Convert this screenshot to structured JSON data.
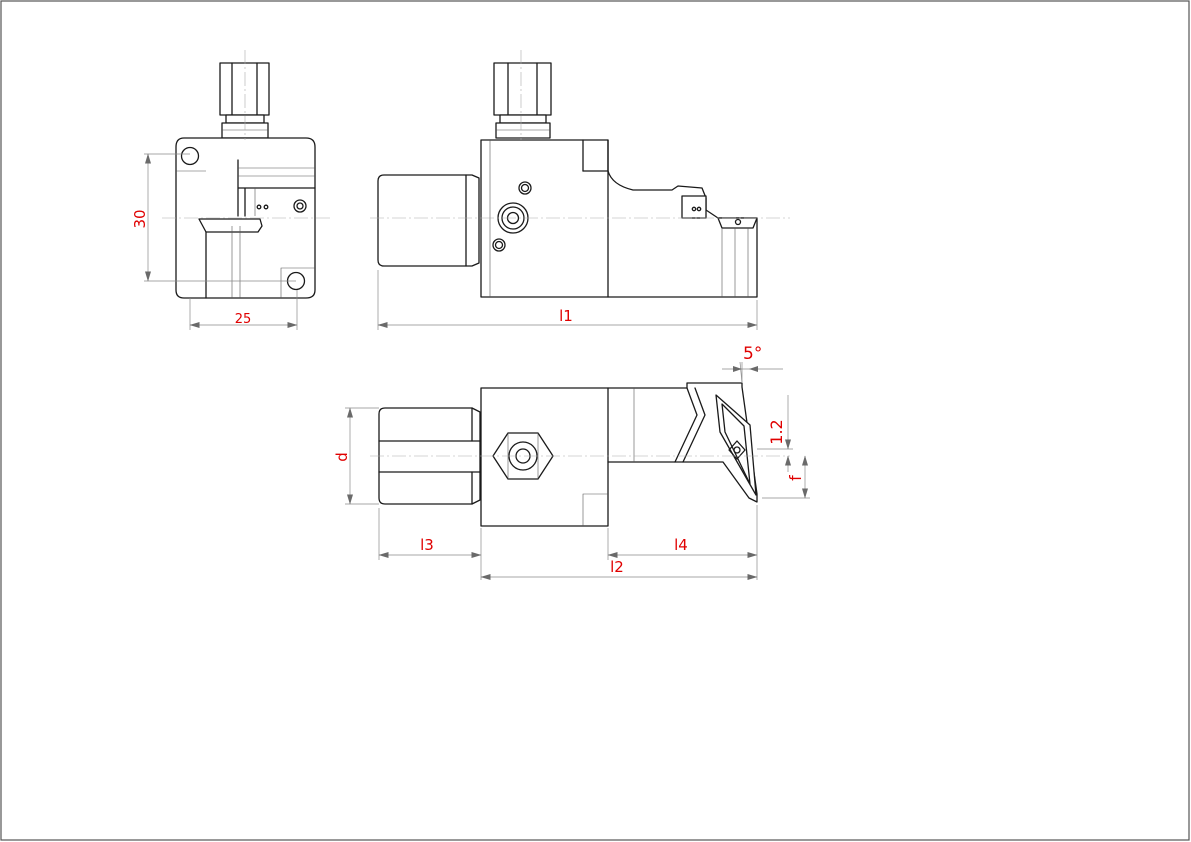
{
  "drawing": {
    "labels": {
      "height": "30",
      "width": "25",
      "l1": "l1",
      "angle": "5°",
      "offset": "1.2",
      "d": "d",
      "f": "f",
      "l3": "l3",
      "l4": "l4",
      "l2": "l2"
    },
    "colors": {
      "dimension_text": "#e00000",
      "outline": "#1a1a1a",
      "dimension_line": "#8a8a8a",
      "frame": "#555555"
    }
  }
}
